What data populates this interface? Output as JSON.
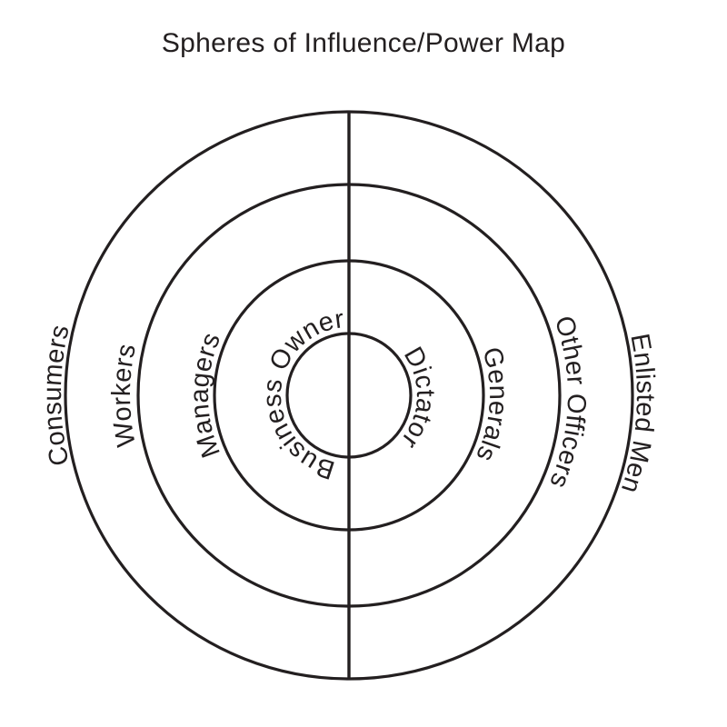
{
  "title": "Spheres of Influence/Power Map",
  "colors": {
    "ink": "#231f20",
    "background": "#ffffff"
  },
  "spheres": {
    "left": [
      {
        "label": "Consumers"
      },
      {
        "label": "Workers"
      },
      {
        "label": "Managers"
      },
      {
        "label": "Business Owner"
      }
    ],
    "right": [
      {
        "label": "Enlisted Men"
      },
      {
        "label": "Other Officers"
      },
      {
        "label": "Generals"
      },
      {
        "label": "Dictator"
      }
    ]
  }
}
